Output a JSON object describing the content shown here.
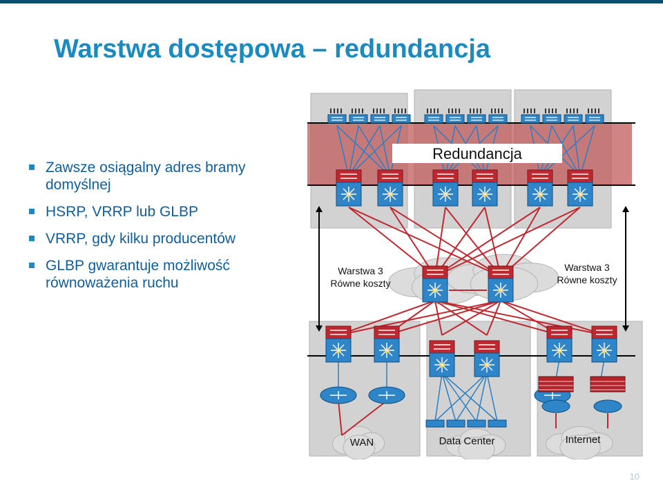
{
  "slide": {
    "title": "Warstwa dostępowa – redundancja",
    "page_number": "10"
  },
  "bullets": [
    "Zawsze osiągalny adres bramy domyślnej",
    "HSRP, VRRP lub GLBP",
    "VRRP, gdy kilku producentów",
    "GLBP gwarantuje możliwość równoważenia ruchu"
  ],
  "diagram": {
    "redundancy_label": "Redundancja",
    "layer3_left": [
      "Warstwa 3",
      "Równe koszty"
    ],
    "layer3_right": [
      "Warstwa 3",
      "Równe koszty"
    ],
    "switch_badge": "Si",
    "blocks": [
      "WAN",
      "Data Center",
      "Internet"
    ],
    "colors": {
      "title": "#1b8ac1",
      "text": "#0f5d9b",
      "link_red": "#c0282f",
      "link_blue": "#2a7fc4",
      "highlight_band": "#c25b5b",
      "building": "#d2d2d2"
    }
  }
}
